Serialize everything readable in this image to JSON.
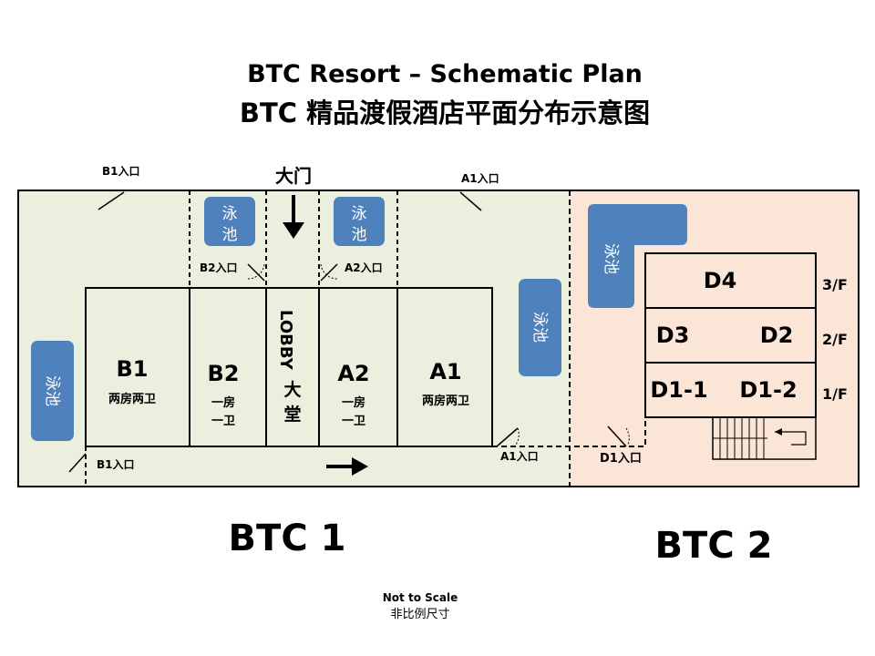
{
  "title": {
    "line1": "BTC Resort – Schematic Plan",
    "line2": "BTC 精品渡假酒店平面分布示意图"
  },
  "colors": {
    "btc1_bg": "#ebf0de",
    "btc2_bg": "#fbe5d7",
    "pool": "#4f81bd",
    "stroke": "#000000"
  },
  "main_gate": "大门",
  "entrances": {
    "b1_top": "B1入口",
    "b1_bottom": "B1入口",
    "a1_top": "A1入口",
    "a1_bottom": "A1入口",
    "b2": "B2入口",
    "a2": "A2入口",
    "d1": "D1入口"
  },
  "pool_label_chars": [
    "泳",
    "池"
  ],
  "pool_label": "泳池",
  "units": {
    "b1": {
      "name": "B1",
      "desc": "两房两卫"
    },
    "b2": {
      "name": "B2",
      "desc_1": "一房",
      "desc_2": "一卫"
    },
    "lobby": {
      "name": "LOBBY",
      "cn": "大堂"
    },
    "a2": {
      "name": "A2",
      "desc_1": "一房",
      "desc_2": "一卫"
    },
    "a1": {
      "name": "A1",
      "desc": "两房两卫"
    }
  },
  "btc2": {
    "d4": "D4",
    "d3": "D3",
    "d2": "D2",
    "d1_1": "D1-1",
    "d1_2": "D1-2",
    "floor_3": "3/F",
    "floor_2": "2/F",
    "floor_1": "1/F"
  },
  "zone_labels": {
    "btc1": "BTC 1",
    "btc2": "BTC 2"
  },
  "scale_note": {
    "en": "Not to Scale",
    "cn": "非比例尺寸"
  }
}
